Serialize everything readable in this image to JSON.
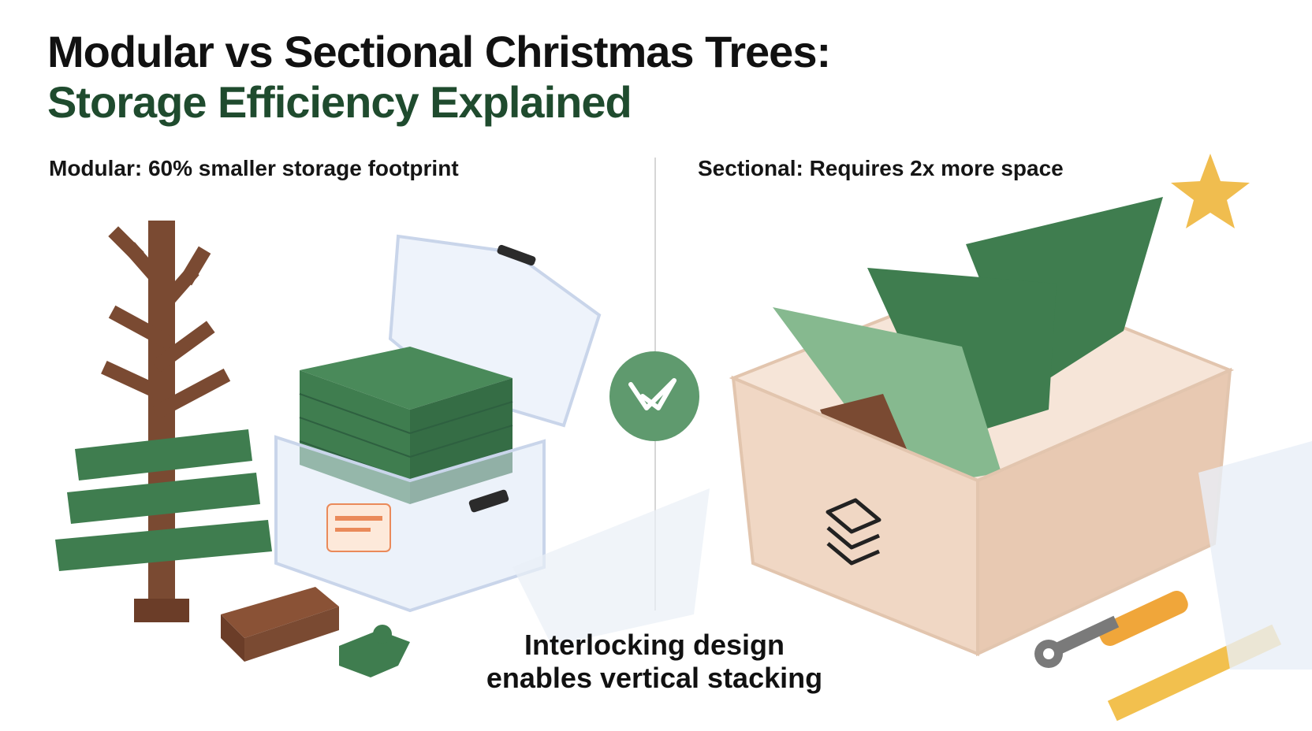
{
  "header": {
    "title_line1": "Modular vs Sectional Christmas Trees:",
    "title_line2": "Storage Efficiency Explained"
  },
  "left_panel": {
    "label": "Modular: 60% smaller storage footprint"
  },
  "right_panel": {
    "label": "Sectional: Requires 2x more space"
  },
  "center": {
    "caption_line1": "Interlocking design",
    "caption_line2": "enables vertical stacking",
    "badge_icon": "logo-mark-icon"
  },
  "colors": {
    "title_text": "#111111",
    "title_accent": "#1f4b2e",
    "tree_green": "#3f7d4f",
    "tree_green_light": "#86b98f",
    "trunk_brown": "#7a4a32",
    "beige_bin": "#f0d7c4",
    "star_gold": "#f0bd4f",
    "badge_green": "#5f9a6e"
  },
  "icons": [
    "star-icon",
    "stack-layers-icon",
    "wrench-icon",
    "ruler-icon",
    "puzzle-piece-icon"
  ]
}
